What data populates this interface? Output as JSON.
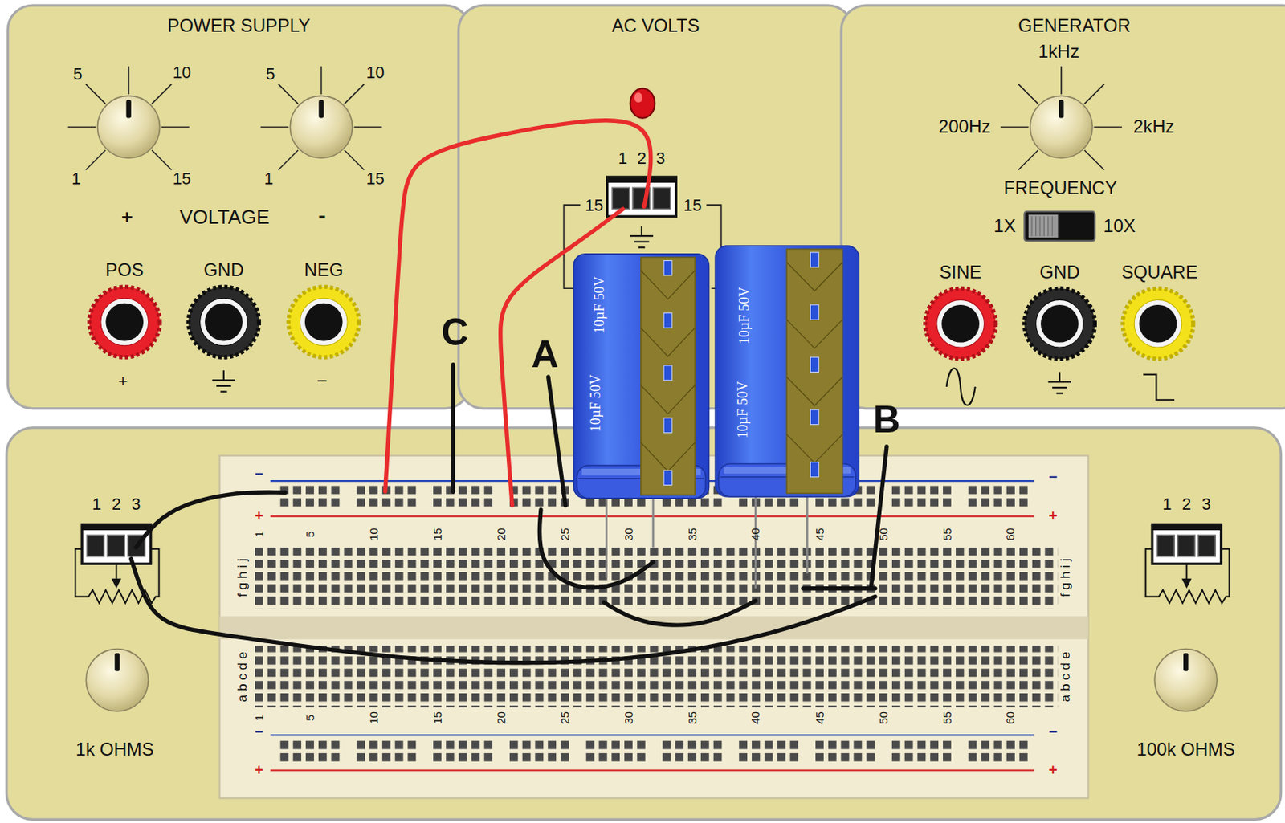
{
  "diagram": {
    "nodes": [
      {
        "text": [
          "POWER SUPPLY"
        ]
      },
      {
        "text": [
          "AC VOLTS"
        ]
      },
      {
        "text": [
          "GENERATOR"
        ]
      }
    ],
    "labels": [
      "5",
      "10",
      "1",
      "15",
      "5",
      "10",
      "1",
      "15",
      "+",
      "VOLTAGE",
      "-",
      "POS",
      "GND",
      "NEG",
      "+",
      "−",
      "1",
      "2",
      "3",
      "15",
      "15",
      "1kHz",
      "200Hz",
      "2kHz",
      "FREQUENCY",
      "1X",
      "10X",
      "SINE",
      "GND",
      "SQUARE",
      "A",
      "B",
      "C",
      "10µF 50V",
      "10µF 50V",
      "10µF 50V",
      "10µF 50V",
      "−",
      "+",
      "−",
      "+",
      "f g h i j",
      "f g h i j",
      "1",
      "5",
      "10",
      "15",
      "20",
      "25",
      "30",
      "35",
      "40",
      "45",
      "50",
      "55",
      "60",
      "a b c d e",
      "a b c d e",
      "1",
      "5",
      "10",
      "15",
      "20",
      "25",
      "30",
      "35",
      "40",
      "45",
      "50",
      "55",
      "60",
      "−",
      "+",
      "−",
      "+",
      "1",
      "2",
      "3",
      "1k OHMS",
      "1",
      "2",
      "3",
      "100k OHMS"
    ]
  }
}
